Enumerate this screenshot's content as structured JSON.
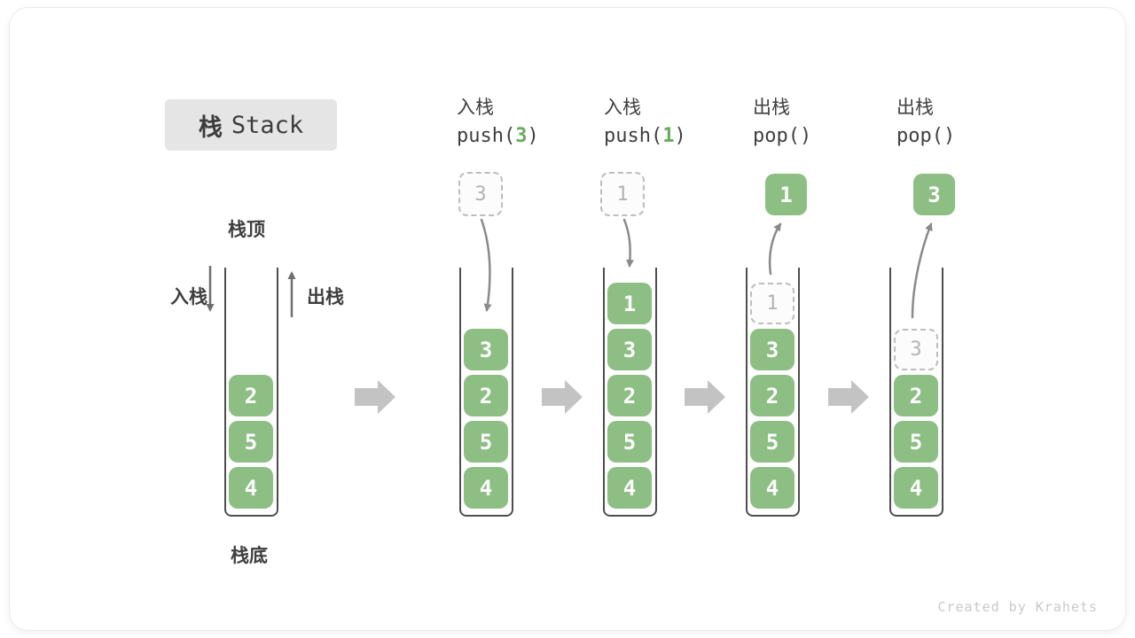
{
  "title": {
    "zh": "栈",
    "en": "Stack"
  },
  "labels": {
    "stack_top": "栈顶",
    "stack_bottom": "栈底",
    "push_side": "入栈",
    "pop_side": "出栈"
  },
  "operations": [
    {
      "zh": "入栈",
      "code_pre": "push(",
      "arg": "3",
      "code_post": ")"
    },
    {
      "zh": "入栈",
      "code_pre": "push(",
      "arg": "1",
      "code_post": ")"
    },
    {
      "zh": "出栈",
      "code_pre": "pop(",
      "arg": "",
      "code_post": ")"
    },
    {
      "zh": "出栈",
      "code_pre": "pop(",
      "arg": "",
      "code_post": ")"
    }
  ],
  "stacks": [
    {
      "cells": [
        "2",
        "5",
        "4"
      ]
    },
    {
      "cells": [
        "3",
        "2",
        "5",
        "4"
      ],
      "incoming": "3"
    },
    {
      "cells": [
        "1",
        "3",
        "2",
        "5",
        "4"
      ],
      "incoming": "1"
    },
    {
      "cells": [
        "3",
        "2",
        "5",
        "4"
      ],
      "ghost": "1",
      "outgoing": "1"
    },
    {
      "cells": [
        "2",
        "5",
        "4"
      ],
      "ghost": "3",
      "outgoing": "3"
    }
  ],
  "colors": {
    "cell_green": "#8dbf84",
    "code_arg_green": "#6aaa5f",
    "dark_text": "#3f3f3f",
    "curved_arrow": "#8a8a8a",
    "side_arrow": "#6f6f6f",
    "block_arrow": "#c3c3c3",
    "ghost_border": "#bdbdbd",
    "title_bg": "#e5e5e5",
    "watermark_gray": "#c9c9c9"
  },
  "watermark": "Created by Krahets"
}
